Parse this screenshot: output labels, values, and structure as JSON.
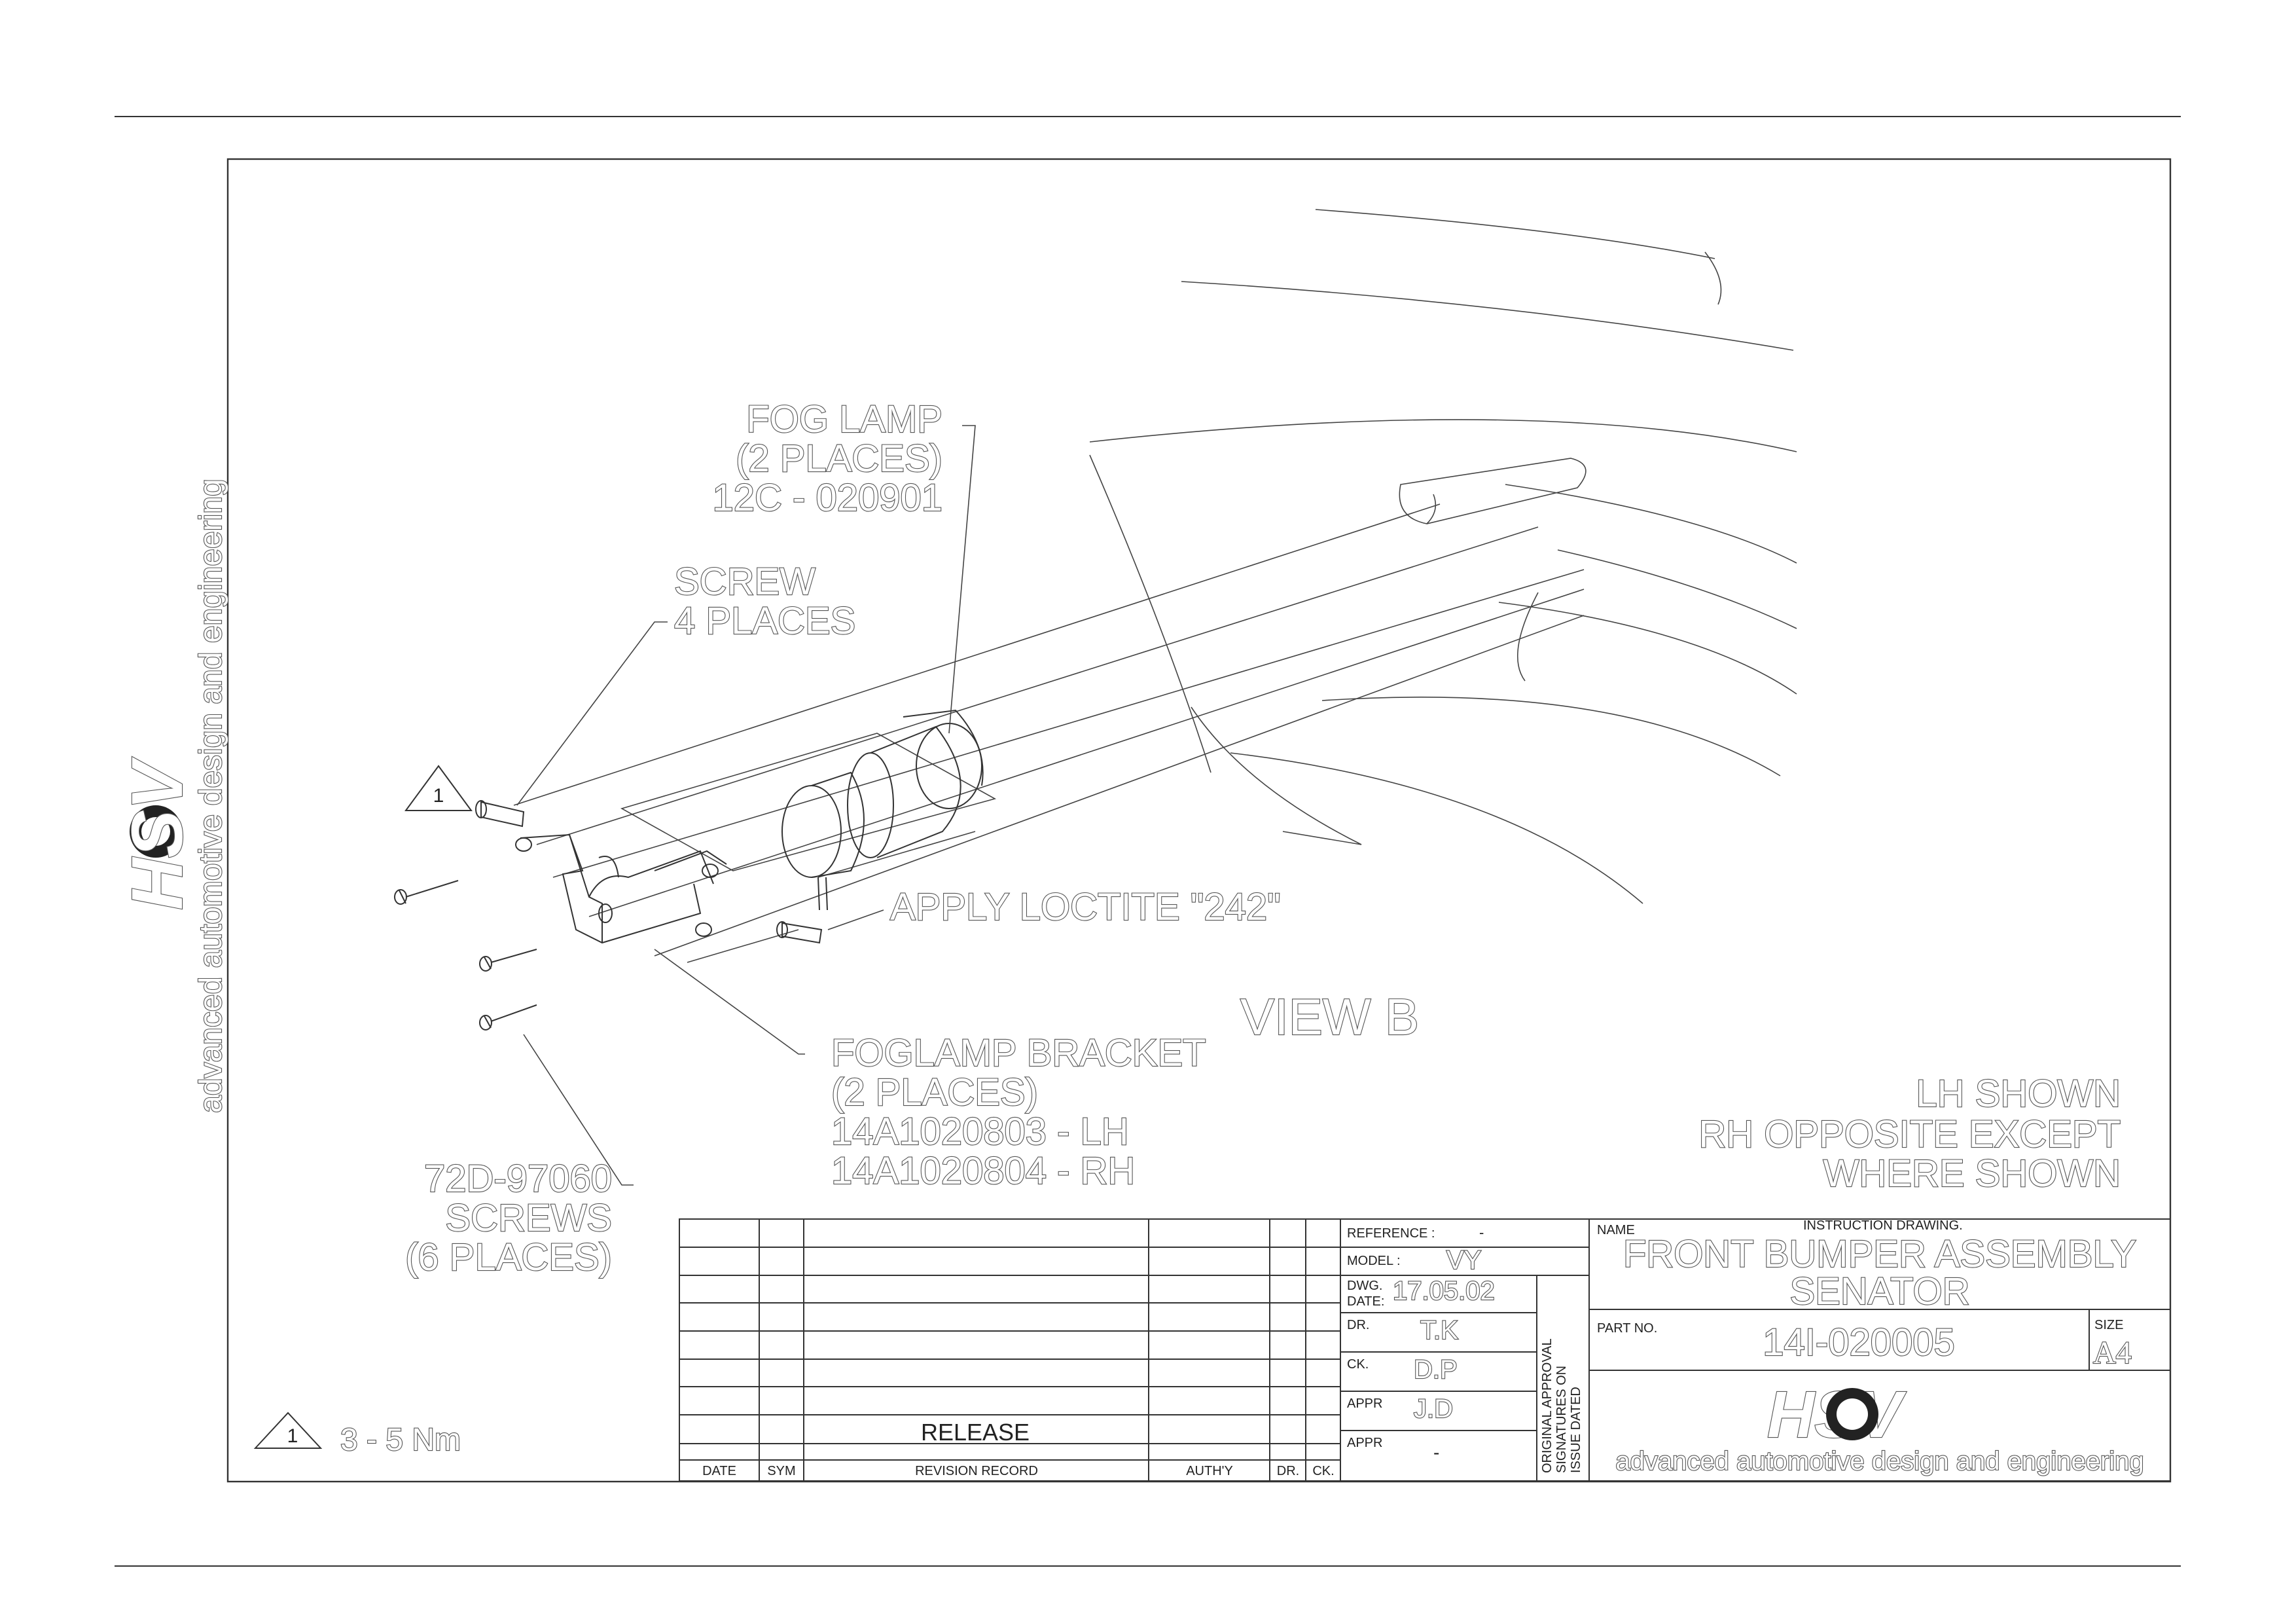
{
  "callouts": {
    "fog_lamp": [
      "FOG LAMP",
      "(2 PLACES)",
      "12C - 020901"
    ],
    "screw": [
      "SCREW",
      "4 PLACES"
    ],
    "loctite": "APPLY LOCTITE \"242\"",
    "bracket": [
      "FOGLAMP BRACKET",
      "(2 PLACES)",
      "14A1020803 - LH",
      "14A1020804 - RH"
    ],
    "screws": [
      "72D-97060",
      "SCREWS",
      "(6 PLACES)"
    ],
    "view": "VIEW B",
    "note": [
      "LH SHOWN",
      "RH OPPOSITE EXCEPT",
      "WHERE SHOWN"
    ],
    "torque_marker": "1",
    "torque": "3 - 5 Nm",
    "triangle_marker": "1"
  },
  "side_brand": {
    "logo": "HSV",
    "tagline": "advanced automotive design and engineering"
  },
  "title_block": {
    "revision": {
      "release": "RELEASE",
      "headers": [
        "DATE",
        "SYM",
        "REVISION RECORD",
        "AUTH'Y",
        "DR.",
        "CK."
      ]
    },
    "reference_label": "REFERENCE :",
    "reference_value": "-",
    "model_label": "MODEL :",
    "model_value": "VY",
    "dwg_date_label": [
      "DWG.",
      "DATE:"
    ],
    "dwg_date_value": "17.05.02",
    "dr_label": "DR.",
    "dr_value": "T.K",
    "ck_label": "CK.",
    "ck_value": "D.P",
    "appr_label": "APPR",
    "appr_value": "J.D",
    "appr2_label": "APPR",
    "appr2_value": "-",
    "approval_note": [
      "ORIGINAL APPROVAL",
      "SIGNATURES ON",
      "ISSUE DATED"
    ],
    "name_label": "NAME",
    "instruction": "INSTRUCTION DRAWING.",
    "name_value": [
      "FRONT  BUMPER  ASSEMBLY",
      "SENATOR"
    ],
    "part_no_label": "PART NO.",
    "part_no_value": "14I-020005",
    "size_label": "SIZE",
    "size_value": "A4",
    "logo": "HSV",
    "tagline": "advanced automotive design and engineering"
  }
}
